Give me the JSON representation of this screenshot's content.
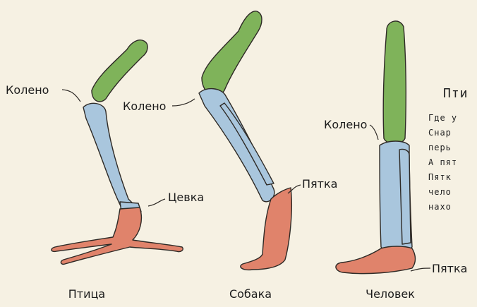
{
  "labels": {
    "bird_knee": "Колено",
    "bird_tarsus": "Цевка",
    "dog_knee": "Колено",
    "dog_heel": "Пятка",
    "human_knee": "Колено",
    "human_heel": "Пятка"
  },
  "captions": {
    "bird": "Птица",
    "dog": "Собака",
    "human": "Человек"
  },
  "side_text": {
    "title": "Пти",
    "lines": [
      "Где у",
      "Снар",
      "перь",
      "А пят",
      "Пятк",
      "чело",
      "нахо"
    ]
  },
  "colors": {
    "background": "#f6f1e3",
    "femur_green": "#7fb35a",
    "shin_blue": "#a9c6dd",
    "foot_orange": "#e0836b",
    "outline": "#2e2a26"
  }
}
